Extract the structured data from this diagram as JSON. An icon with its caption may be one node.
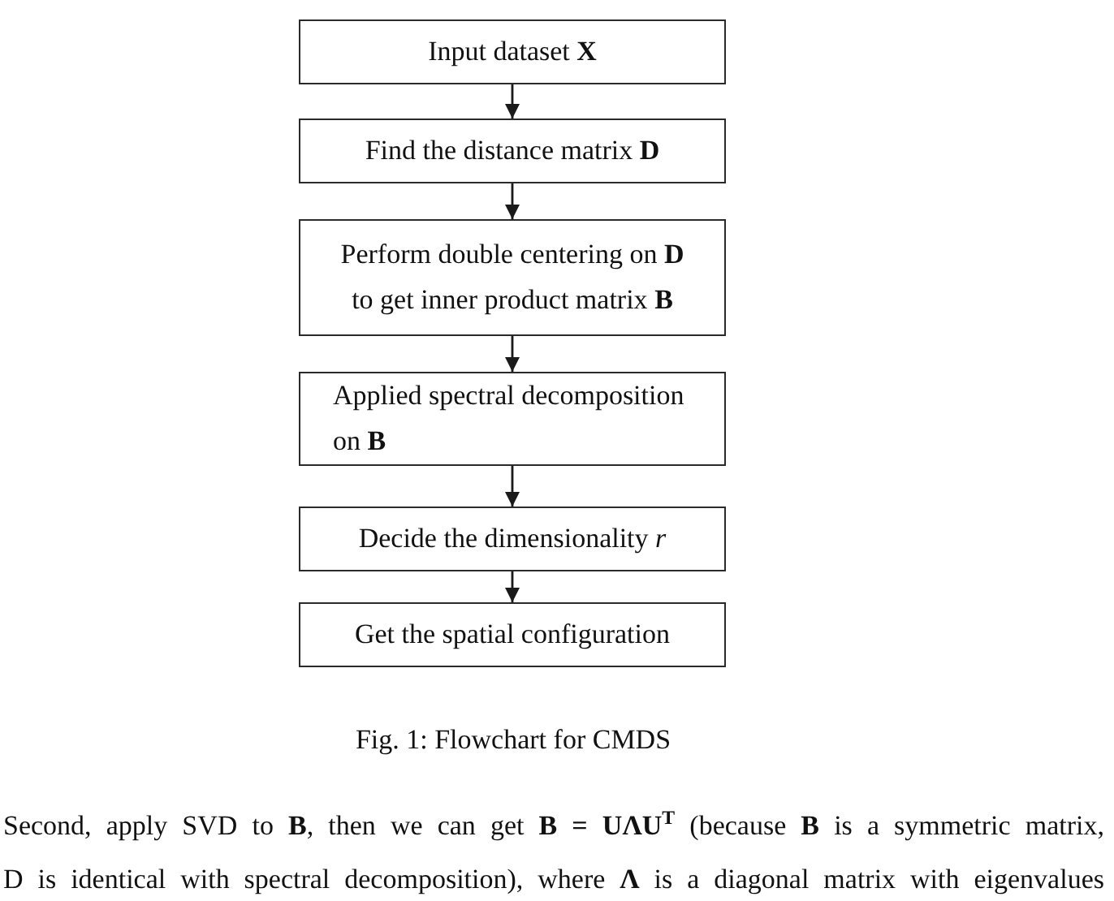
{
  "diagram": {
    "caption": "Fig. 1: Flowchart for CMDS",
    "nodes": [
      {
        "text": [
          "Input dataset **X**"
        ]
      },
      {
        "text": [
          "Find the distance matrix **D**"
        ]
      },
      {
        "text": [
          "Perform double centering on **D** to get inner product matrix **B**"
        ]
      },
      {
        "text": [
          "Applied spectral decomposition on **B**"
        ]
      },
      {
        "text": [
          "Decide the dimensionality *r*"
        ]
      },
      {
        "text": [
          "Get the spatial configuration"
        ]
      }
    ],
    "edges": [
      {
        "from": 0,
        "to": 1,
        "arrow": "to"
      },
      {
        "from": 1,
        "to": 2,
        "arrow": "to"
      },
      {
        "from": 2,
        "to": 3,
        "arrow": "to"
      },
      {
        "from": 3,
        "to": 4,
        "arrow": "to"
      },
      {
        "from": 4,
        "to": 5,
        "arrow": "to"
      }
    ],
    "labels": [
      "Second, apply SVD to **B**, then we can get **B = UΛU**$^{T}$ (because **B** is a symmetric matrix, D is identical with spectral decomposition), where **Λ** is a diagonal matrix with eigenvalues"
    ]
  }
}
